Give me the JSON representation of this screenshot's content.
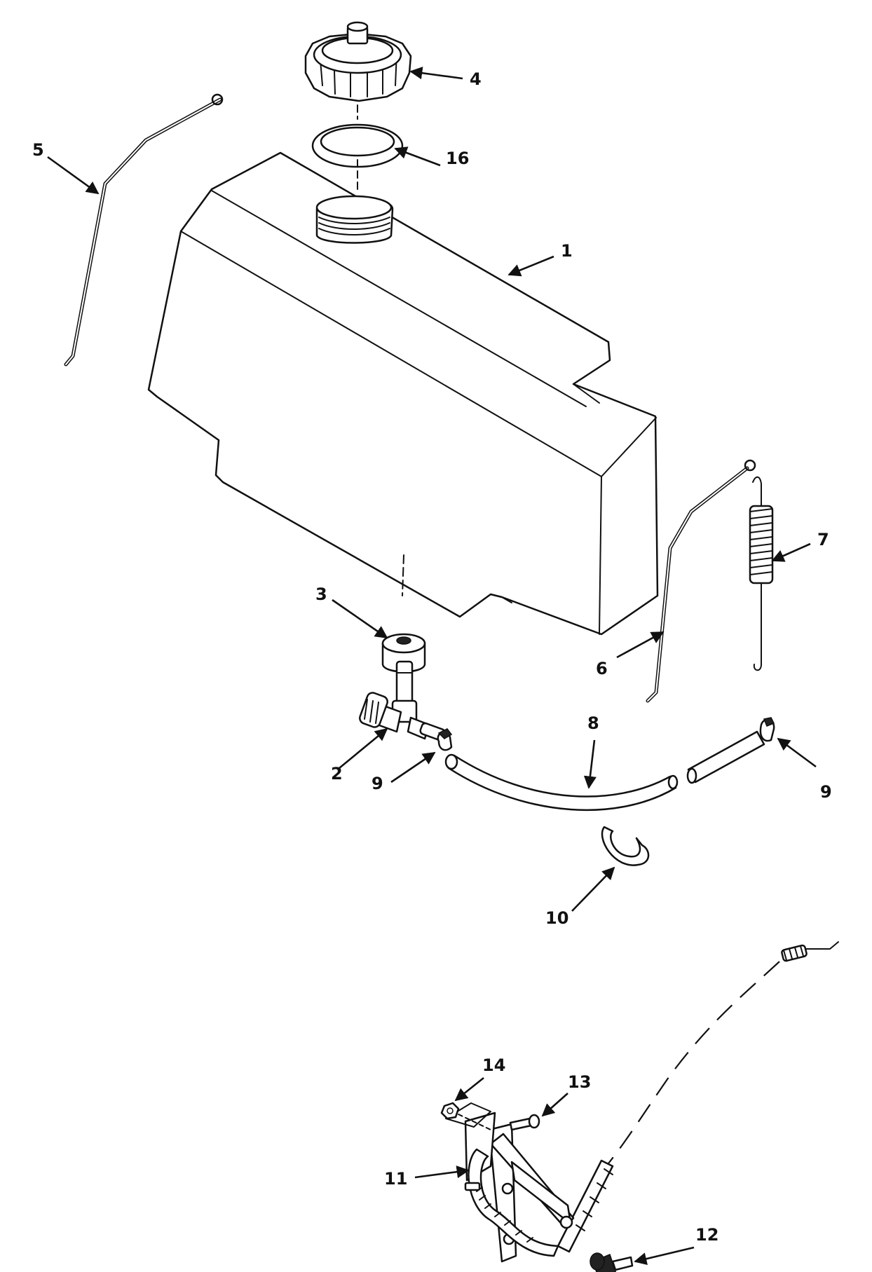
{
  "callouts": [
    {
      "id": "1",
      "label": "1",
      "part": "fuel-tank"
    },
    {
      "id": "2",
      "label": "2",
      "part": "fuel-valve"
    },
    {
      "id": "3",
      "label": "3",
      "part": "bushing"
    },
    {
      "id": "4",
      "label": "4",
      "part": "fuel-cap"
    },
    {
      "id": "5",
      "label": "5",
      "part": "rod-left"
    },
    {
      "id": "6",
      "label": "6",
      "part": "rod-right"
    },
    {
      "id": "7",
      "label": "7",
      "part": "spring"
    },
    {
      "id": "8",
      "label": "8",
      "part": "fuel-line"
    },
    {
      "id": "9a",
      "label": "9",
      "part": "hose-clamp-left"
    },
    {
      "id": "9b",
      "label": "9",
      "part": "hose-clamp-right"
    },
    {
      "id": "10",
      "label": "10",
      "part": "line-clip"
    },
    {
      "id": "11",
      "label": "11",
      "part": "control-bracket"
    },
    {
      "id": "12",
      "label": "12",
      "part": "knob"
    },
    {
      "id": "13",
      "label": "13",
      "part": "bolt"
    },
    {
      "id": "14",
      "label": "14",
      "part": "nut"
    },
    {
      "id": "16",
      "label": "16",
      "part": "gasket"
    }
  ],
  "colors": {
    "ink": "#111111",
    "paper": "#ffffff"
  }
}
